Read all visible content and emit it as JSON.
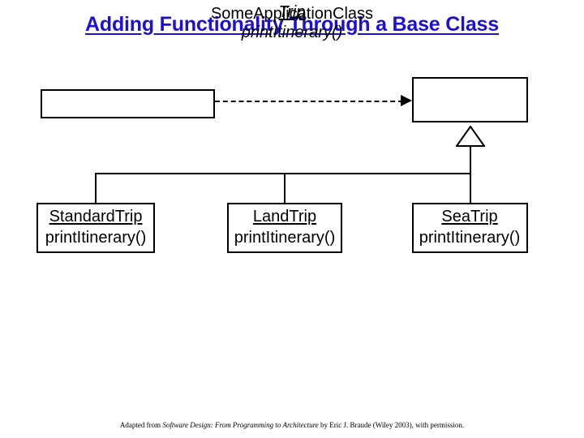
{
  "slide": {
    "title": "Adding Functionality Through a Base Class",
    "title_color": "#1c10d8",
    "background": "#ffffff",
    "line_color": "#000000"
  },
  "diagram": {
    "type": "uml-class-diagram",
    "classes": [
      {
        "id": "some-application-class",
        "name": "SomeApplicationClass",
        "abstract": false,
        "operations": []
      },
      {
        "id": "trip",
        "name": "Trip",
        "abstract": true,
        "operations": [
          "printItinerary()"
        ]
      },
      {
        "id": "standard-trip",
        "name": "StandardTrip",
        "abstract": false,
        "operations": [
          "printItinerary()"
        ]
      },
      {
        "id": "land-trip",
        "name": "LandTrip",
        "abstract": false,
        "operations": [
          "printItinerary()"
        ]
      },
      {
        "id": "sea-trip",
        "name": "SeaTrip",
        "abstract": false,
        "operations": [
          "printItinerary()"
        ]
      }
    ],
    "relationships": [
      {
        "kind": "dependency",
        "style": "dashed-open-arrow",
        "from": "SomeApplicationClass",
        "to": "Trip"
      },
      {
        "kind": "generalization",
        "style": "solid-hollow-triangle",
        "from": "StandardTrip",
        "to": "Trip"
      },
      {
        "kind": "generalization",
        "style": "solid-hollow-triangle",
        "from": "LandTrip",
        "to": "Trip"
      },
      {
        "kind": "generalization",
        "style": "solid-hollow-triangle",
        "from": "SeaTrip",
        "to": "Trip"
      }
    ]
  },
  "credit": {
    "prefix": "Adapted from ",
    "book": "Software Design: From Programming to Architecture",
    "suffix": " by Eric J. Braude (Wiley 2003), with permission."
  }
}
